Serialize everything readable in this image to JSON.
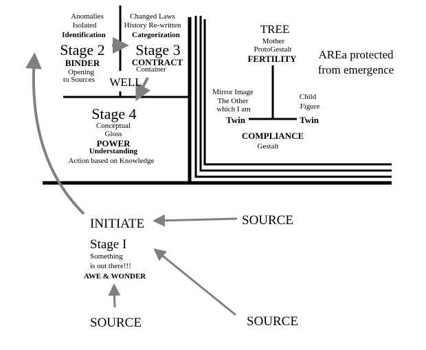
{
  "colors": {
    "line": "#000000",
    "arrow": "#808080",
    "background": "#ffffff"
  },
  "stage2": {
    "line1": "Anomalies",
    "line2": "Isolated",
    "line3": "Identification",
    "title": "Stage 2",
    "role": "BINDER",
    "sub1": "Opening",
    "sub2": "to Sources"
  },
  "stage3": {
    "line1": "Changed Laws",
    "line2": "History Re-written",
    "line3": "Categorization",
    "title": "Stage 3",
    "role": "CONTRACT",
    "sub1": "Container"
  },
  "well": "WELL",
  "stage4": {
    "title": "Stage 4",
    "sub1": "Conceptual",
    "sub2": "Gloss",
    "role": "POWER",
    "line1": "Understanding",
    "line2": "Action based on Knowledge"
  },
  "tree": {
    "title": "TREE",
    "sub1": "Mother",
    "sub2": "ProtoGestalt",
    "role": "FERTILITY",
    "left1": "Mirror Image",
    "left2": "The Other",
    "left3": "which I am",
    "right1": "Child",
    "right2": "Figure",
    "twin_left": "Twin",
    "twin_right": "Twin",
    "compliance": "COMPLIANCE",
    "gestalt": "Gestalt"
  },
  "area": {
    "line1": "AREa protected",
    "line2": "from emergence"
  },
  "stage1": {
    "role": "INITIATE",
    "title": "Stage I",
    "sub1": "Something",
    "sub2": "is out there!!!",
    "line1": "AWE & WONDER"
  },
  "sources": {
    "right_top": "SOURCE",
    "bottom": "SOURCE",
    "right_bottom": "SOURCE"
  }
}
